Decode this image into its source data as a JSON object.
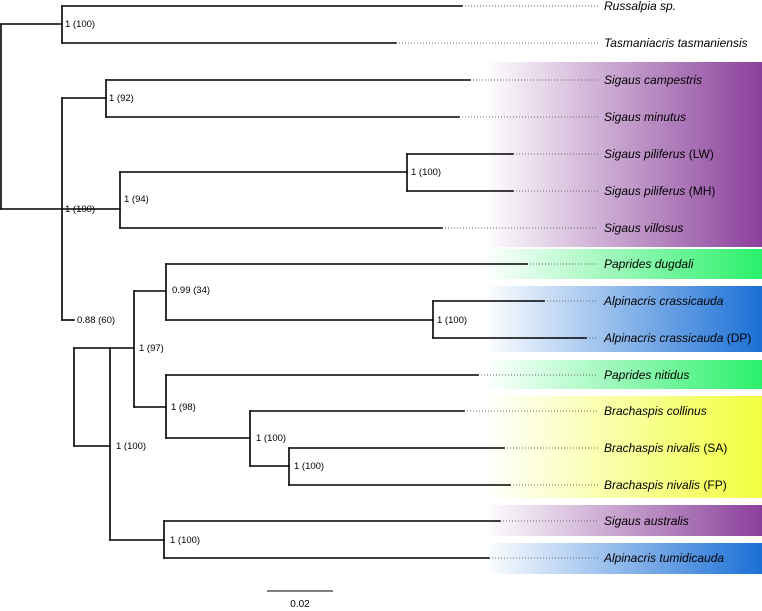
{
  "taxa": [
    {
      "id": "russalpia",
      "genus_species": "Russalpia sp.",
      "suffix": ""
    },
    {
      "id": "tasmaniacris",
      "genus_species": "Tasmaniacris tasmaniensis",
      "suffix": ""
    },
    {
      "id": "sig-campestris",
      "genus_species": "Sigaus campestris",
      "suffix": ""
    },
    {
      "id": "sig-minutus",
      "genus_species": "Sigaus minutus",
      "suffix": ""
    },
    {
      "id": "sig-piliferus-lw",
      "genus_species": "Sigaus piliferus",
      "suffix": " (LW)"
    },
    {
      "id": "sig-piliferus-mh",
      "genus_species": "Sigaus piliferus",
      "suffix": " (MH)"
    },
    {
      "id": "sig-villosus",
      "genus_species": "Sigaus villosus",
      "suffix": ""
    },
    {
      "id": "pap-dugdali",
      "genus_species": "Paprides dugdali",
      "suffix": ""
    },
    {
      "id": "alp-crassicauda",
      "genus_species": "Alpinacris crassicauda",
      "suffix": ""
    },
    {
      "id": "alp-crassicauda-dp",
      "genus_species": "Alpinacris crassicauda",
      "suffix": " (DP)"
    },
    {
      "id": "pap-nitidus",
      "genus_species": "Paprides nitidus",
      "suffix": ""
    },
    {
      "id": "bra-collinus",
      "genus_species": "Brachaspis collinus",
      "suffix": ""
    },
    {
      "id": "bra-nivalis-sa",
      "genus_species": "Brachaspis nivalis",
      "suffix": " (SA)"
    },
    {
      "id": "bra-nivalis-fp",
      "genus_species": "Brachaspis nivalis",
      "suffix": " (FP)"
    },
    {
      "id": "sig-australis",
      "genus_species": "Sigaus australis",
      "suffix": ""
    },
    {
      "id": "alp-tumidicauda",
      "genus_species": "Alpinacris tumidicauda",
      "suffix": ""
    }
  ],
  "support_labels": {
    "root_outgroup": "1 (100)",
    "ingroup": "1 (100)",
    "sigaus_pair": "1 (92)",
    "sigaus_piliferus_clade": "1 (94)",
    "piliferus_pair": "1 (100)",
    "rest_clade": "0.88 (60)",
    "dugdali_crassicauda": "0.99 (34)",
    "crassicauda_pair": "1 (100)",
    "mixed_clade": "1 (97)",
    "nitidus_brachaspis": "1 (98)",
    "brachaspis_clade": "1 (100)",
    "nivalis_pair": "1 (100)",
    "big_clade": "1 (100)",
    "australis_tumidicauda": "1 (100)"
  },
  "scale_bar": {
    "label": "0.02"
  },
  "colors": {
    "sigaus_purple": "#8a3f9a",
    "paprides_green": "#2af06a",
    "alpinacris_blue": "#1a6fd6",
    "brachaspis_yellow": "#f2ff3e",
    "branch": "#000000",
    "dotted": "#555555"
  }
}
